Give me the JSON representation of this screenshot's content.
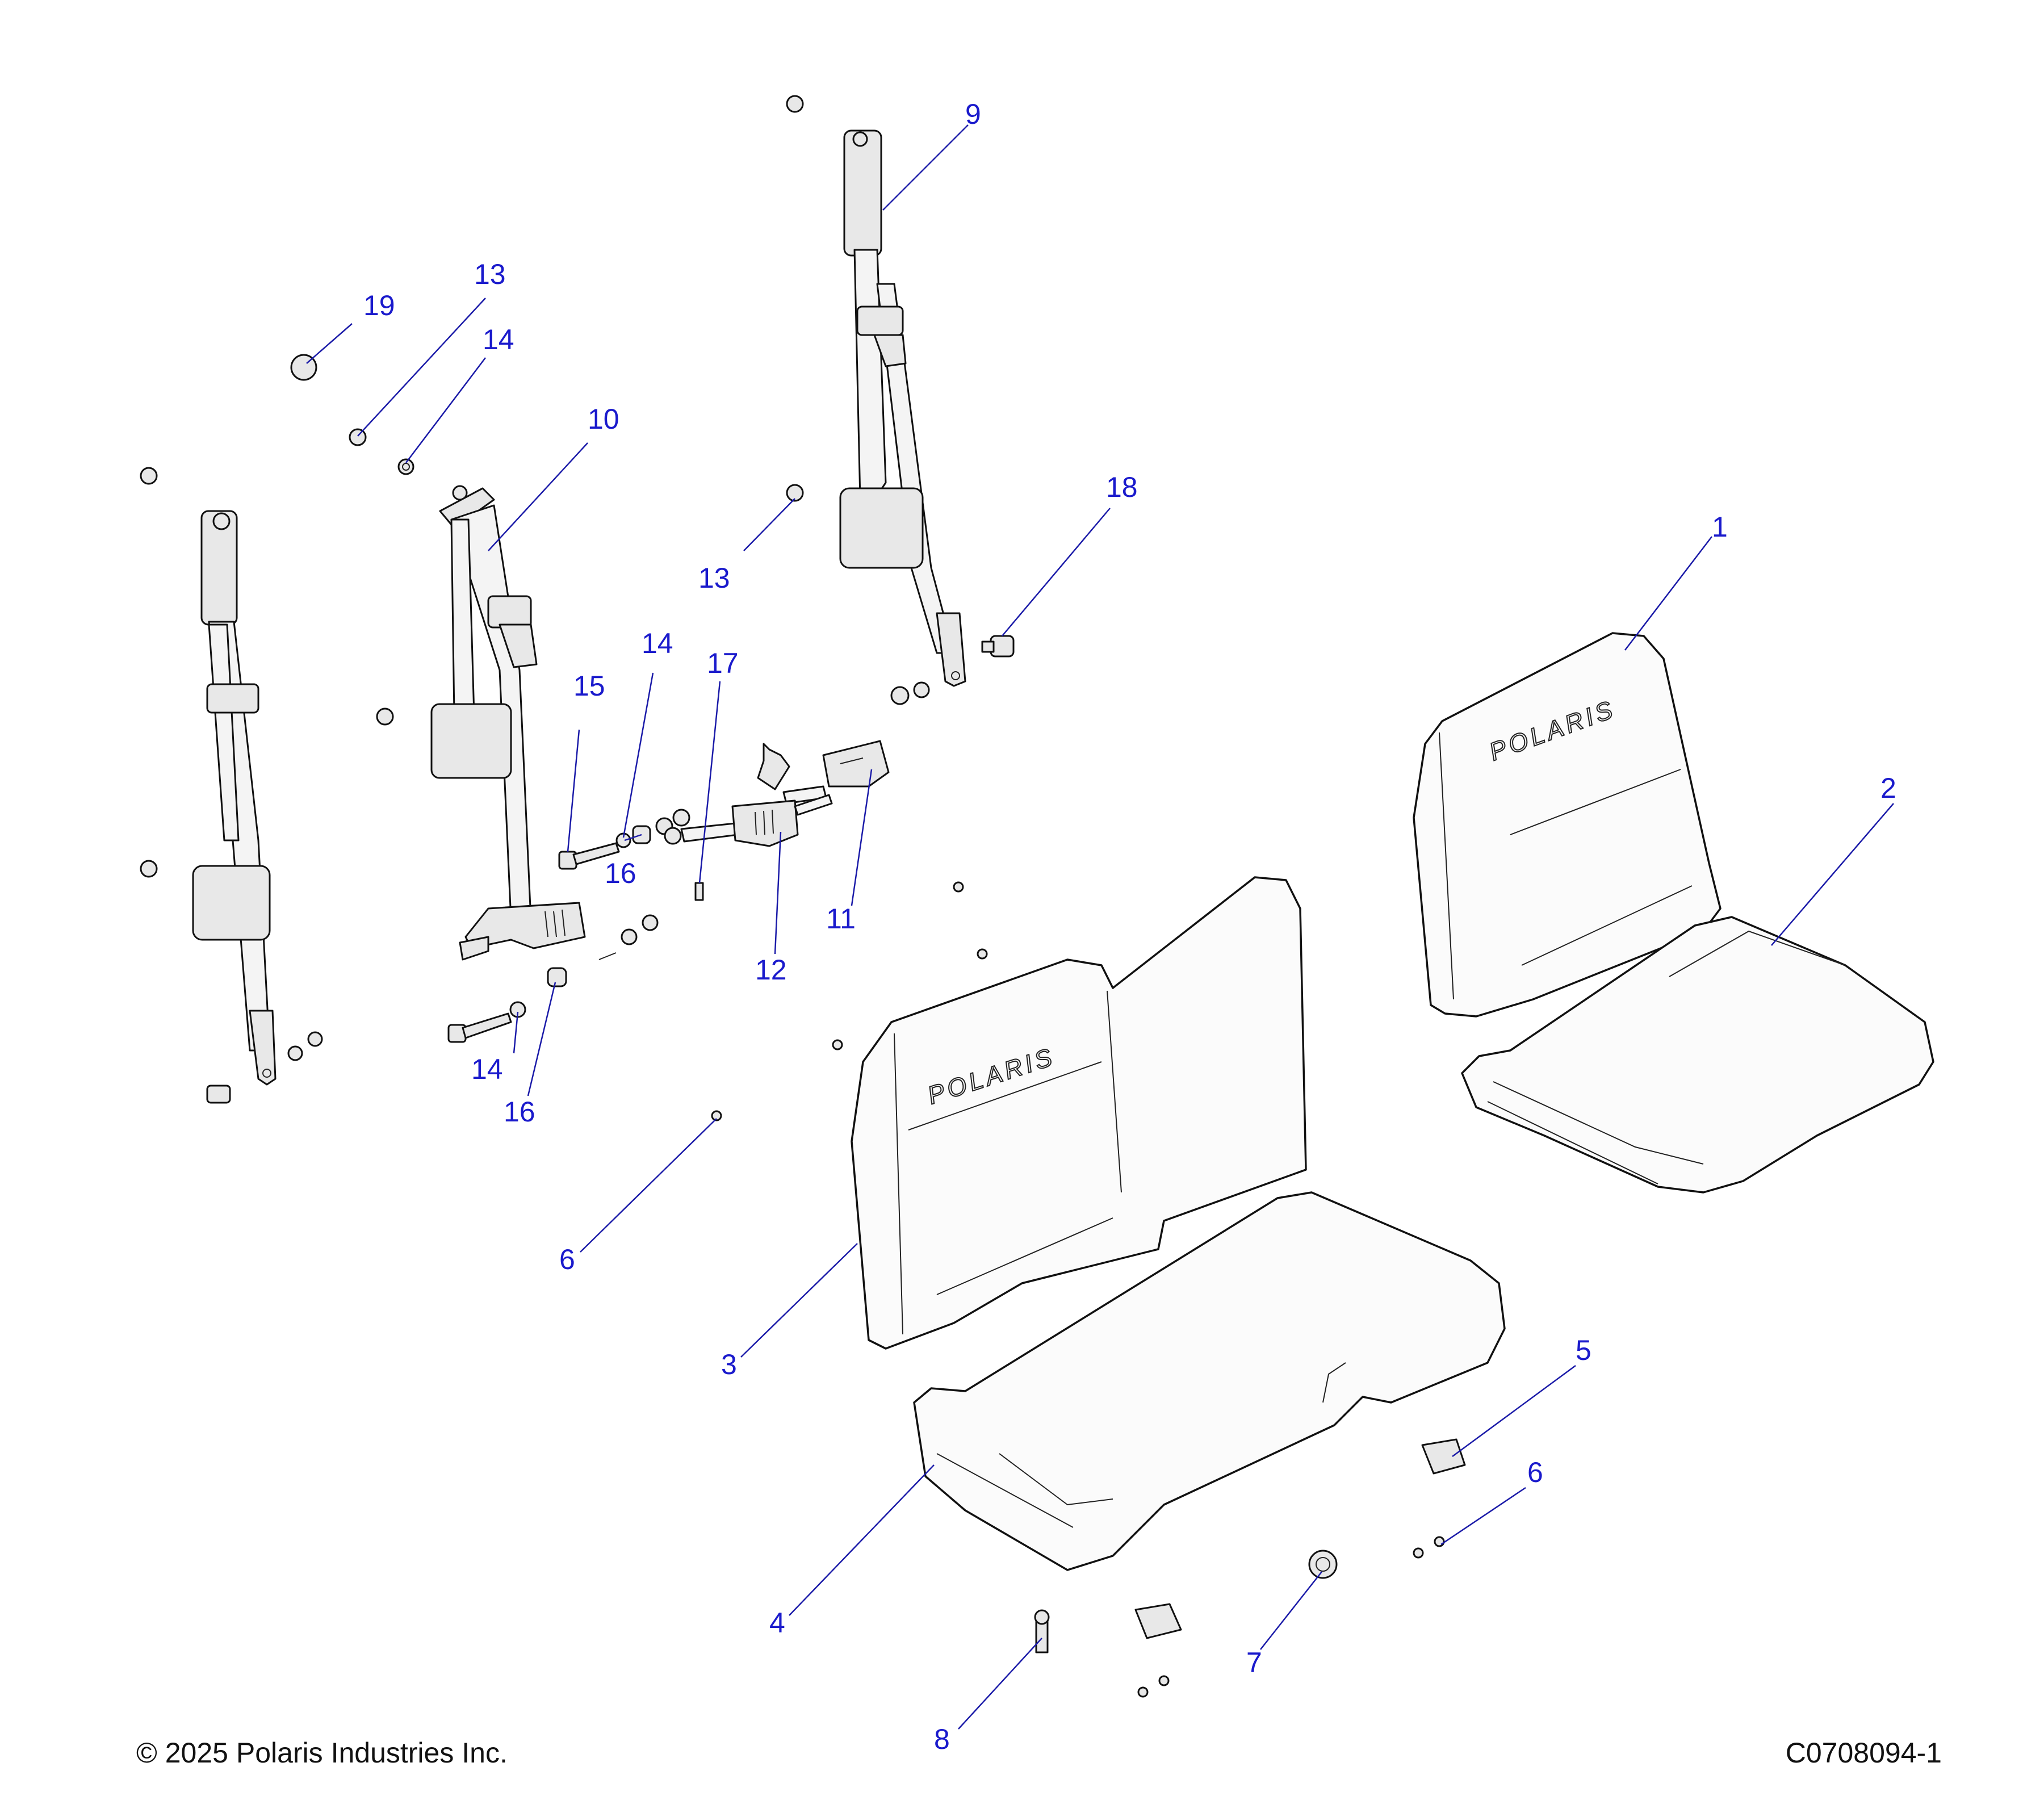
{
  "diagram": {
    "callouts": [
      {
        "id": "c1",
        "label": "1"
      },
      {
        "id": "c2",
        "label": "2"
      },
      {
        "id": "c3",
        "label": "3"
      },
      {
        "id": "c4",
        "label": "4"
      },
      {
        "id": "c5",
        "label": "5"
      },
      {
        "id": "c6a",
        "label": "6"
      },
      {
        "id": "c6b",
        "label": "6"
      },
      {
        "id": "c7",
        "label": "7"
      },
      {
        "id": "c8",
        "label": "8"
      },
      {
        "id": "c9",
        "label": "9"
      },
      {
        "id": "c10",
        "label": "10"
      },
      {
        "id": "c11",
        "label": "11"
      },
      {
        "id": "c12",
        "label": "12"
      },
      {
        "id": "c13a",
        "label": "13"
      },
      {
        "id": "c13b",
        "label": "13"
      },
      {
        "id": "c14a",
        "label": "14"
      },
      {
        "id": "c14b",
        "label": "14"
      },
      {
        "id": "c14c",
        "label": "14"
      },
      {
        "id": "c15",
        "label": "15"
      },
      {
        "id": "c16a",
        "label": "16"
      },
      {
        "id": "c16b",
        "label": "16"
      },
      {
        "id": "c17",
        "label": "17"
      },
      {
        "id": "c18",
        "label": "18"
      },
      {
        "id": "c19",
        "label": "19"
      }
    ],
    "logo_text": "POLARIS",
    "colors": {
      "callout": "#1a1acc",
      "line": "#111111"
    }
  },
  "footer": {
    "copyright": "© 2025 Polaris Industries Inc.",
    "drawing_id": "C0708094-1"
  }
}
